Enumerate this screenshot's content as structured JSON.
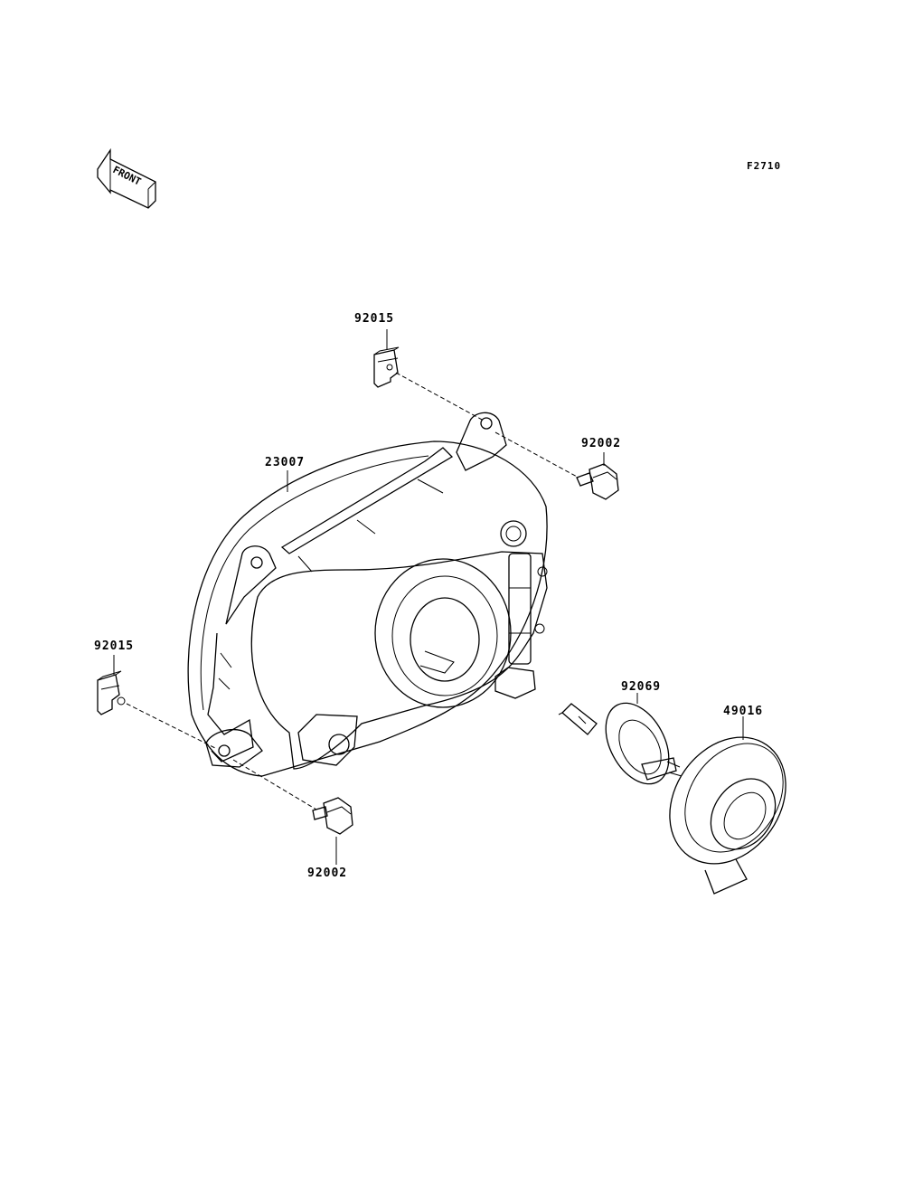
{
  "figure": {
    "code": "F2710",
    "direction_label": "FRONT"
  },
  "parts": [
    {
      "part_number": "92015"
    },
    {
      "part_number": "92002"
    },
    {
      "part_number": "23007"
    },
    {
      "part_number": "92015"
    },
    {
      "part_number": "92069"
    },
    {
      "part_number": "49016"
    },
    {
      "part_number": "92002"
    }
  ]
}
